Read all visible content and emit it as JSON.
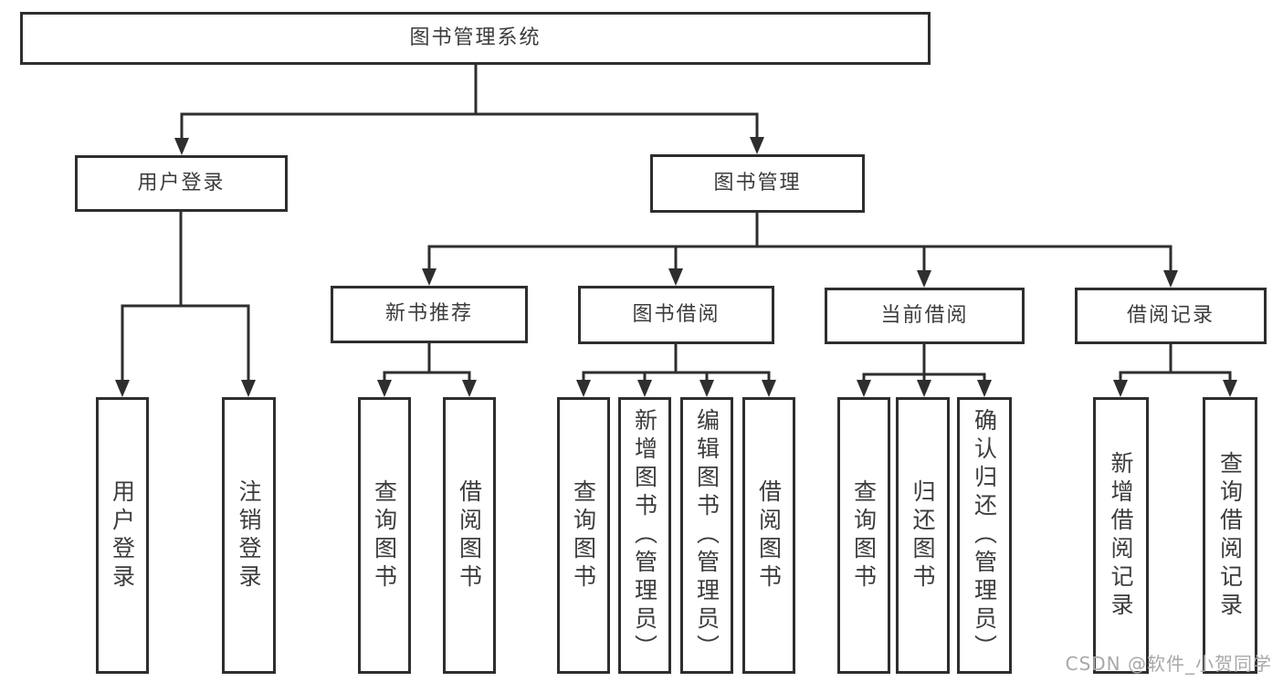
{
  "diagram_title": "图书管理系统",
  "tree": {
    "label": "图书管理系统",
    "children": [
      {
        "label": "用户登录",
        "children": [
          {
            "label": "用户登录"
          },
          {
            "label": "注销登录"
          }
        ]
      },
      {
        "label": "图书管理",
        "children": [
          {
            "label": "新书推荐",
            "children": [
              {
                "label": "查询图书"
              },
              {
                "label": "借阅图书"
              }
            ]
          },
          {
            "label": "图书借阅",
            "children": [
              {
                "label": "查询图书"
              },
              {
                "label": "新增图书（管理员）"
              },
              {
                "label": "编辑图书（管理员）"
              },
              {
                "label": "借阅图书"
              }
            ]
          },
          {
            "label": "当前借阅",
            "children": [
              {
                "label": "查询图书"
              },
              {
                "label": "归还图书"
              },
              {
                "label": "确认归还（管理员）"
              }
            ]
          },
          {
            "label": "借阅记录",
            "children": [
              {
                "label": "新增借阅记录"
              },
              {
                "label": "查询借阅记录"
              }
            ]
          }
        ]
      }
    ]
  },
  "watermark": {
    "text": "CSDN @软件_小贺同学",
    "color": "#a8a8a8"
  },
  "colors": {
    "line": "#2e2e2e",
    "box_border": "#2e2e2e",
    "text": "#3c3c3c",
    "background": "#ffffff"
  }
}
